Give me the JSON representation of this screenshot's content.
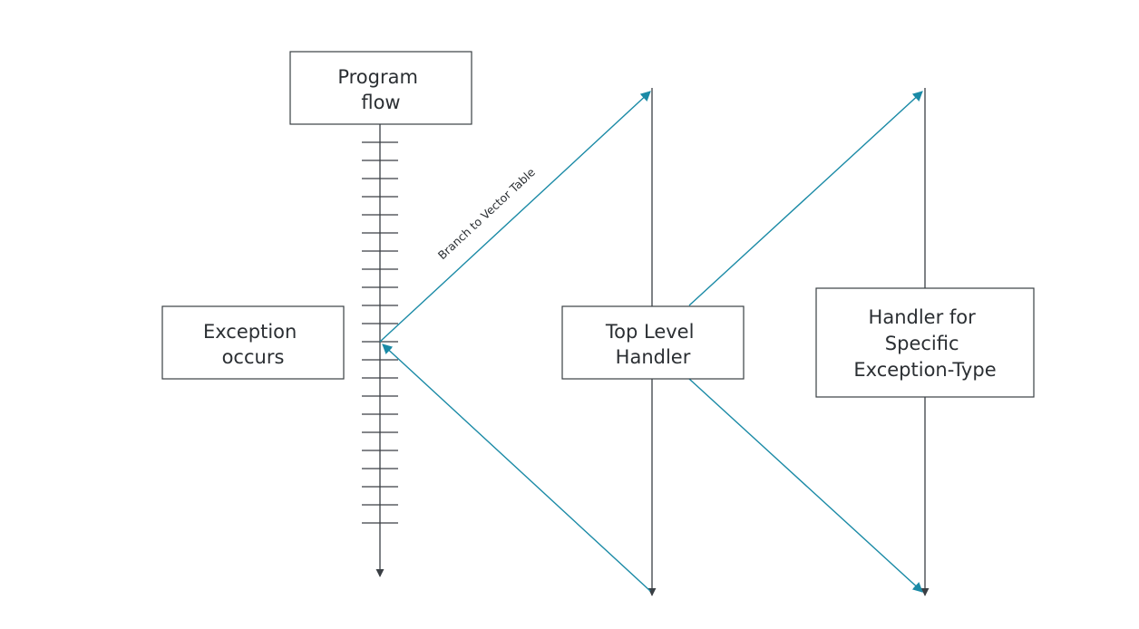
{
  "diagram": {
    "program_flow": {
      "line1": "Program",
      "line2": "flow"
    },
    "exception": {
      "line1": "Exception",
      "line2": "occurs"
    },
    "top_level": {
      "line1": "Top Level",
      "line2": "Handler"
    },
    "specific": {
      "line1": "Handler for",
      "line2": "Specific",
      "line3": "Exception-Type"
    },
    "branch_label": "Branch to Vector Table"
  },
  "colors": {
    "line": "#3a3f44",
    "arrow": "#1a8aa6",
    "text": "#2b2f33"
  }
}
